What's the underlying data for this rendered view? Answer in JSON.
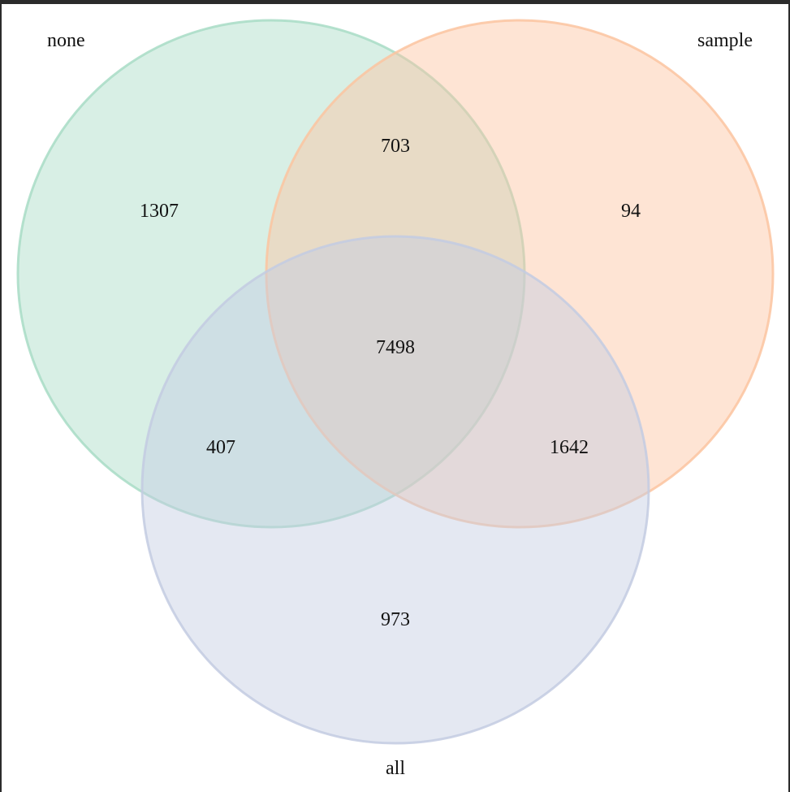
{
  "diagram": {
    "type": "venn3",
    "sets": [
      {
        "key": "none",
        "label": "none",
        "color": "#a8dcc6"
      },
      {
        "key": "sample",
        "label": "sample",
        "color": "#fcc4a0"
      },
      {
        "key": "all",
        "label": "all",
        "color": "#c3cbe2"
      }
    ],
    "regions": {
      "none_only": "1307",
      "sample_only": "94",
      "all_only": "973",
      "none_sample": "703",
      "none_all": "407",
      "sample_all": "1642",
      "none_sample_all": "7498"
    }
  }
}
